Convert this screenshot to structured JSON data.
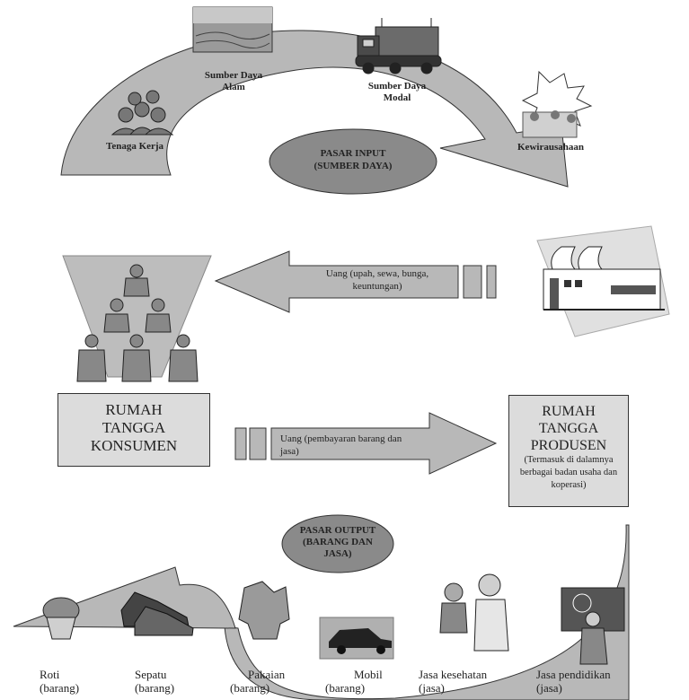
{
  "input_market": {
    "title_line1": "PASAR INPUT",
    "title_line2": "(SUMBER DAYA)",
    "resources": {
      "labor": "Tenaga Kerja",
      "natural_line1": "Sumber Daya",
      "natural_line2": "Alam",
      "capital_line1": "Sumber Daya",
      "capital_line2": "Modal",
      "entrepreneurship": "Kewirausahaan"
    }
  },
  "output_market": {
    "title_line1": "PASAR OUTPUT",
    "title_line2": "(BARANG DAN",
    "title_line3": "JASA)"
  },
  "flows": {
    "to_consumer_line1": "Uang (upah, sewa, bunga,",
    "to_consumer_line2": "keuntungan)",
    "to_producer_line1": "Uang (pembayaran barang dan",
    "to_producer_line2": "jasa)"
  },
  "consumer_box": {
    "line1": "RUMAH",
    "line2": "TANGGA",
    "line3": "KONSUMEN"
  },
  "producer_box": {
    "line1": "RUMAH",
    "line2": "TANGGA",
    "line3": "PRODUSEN",
    "note_line1": "(Termasuk di dalamnya",
    "note_line2": "berbagai badan usaha dan",
    "note_line3": "koperasi)"
  },
  "goods": [
    {
      "name": "Roti",
      "kind": "(barang)"
    },
    {
      "name": "Sepatu",
      "kind": "(barang)"
    },
    {
      "name": "Pakaian",
      "kind": "(barang)"
    },
    {
      "name": "Mobil",
      "kind": "(barang)"
    },
    {
      "name": "Jasa kesehatan",
      "kind": "(jasa)"
    },
    {
      "name": "Jasa pendidikan",
      "kind": "(jasa)"
    }
  ],
  "colors": {
    "arrow_fill": "#b8b8b8",
    "ellipse_fill": "#8a8a8a",
    "box_fill": "#dcdcdc",
    "outline": "#333333"
  }
}
